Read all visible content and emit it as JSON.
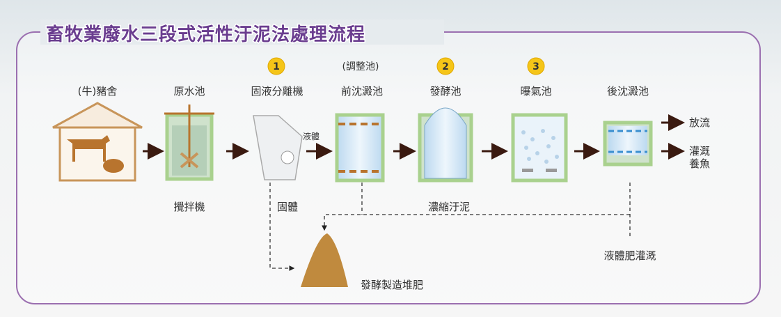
{
  "title": "畜牧業廢水三段式活性汙泥法處理流程",
  "stages": {
    "barn": "(牛)豬舍",
    "raw_tank": "原水池",
    "separator": "固液分離機",
    "pre_settling": "前沈澱池",
    "pre_settling_note": "(調整池)",
    "fermentation": "發酵池",
    "aeration": "曝氣池",
    "post_settling": "後沈澱池"
  },
  "step_numbers": [
    "1",
    "2",
    "3"
  ],
  "outputs": {
    "discharge": "放流",
    "irrigation_line1": "灌溉",
    "irrigation_line2": "養魚"
  },
  "annotations": {
    "mixer": "攪拌機",
    "liquid": "液體",
    "solid": "固體",
    "sludge": "濃縮汙泥",
    "liquid_fertilizer": "液體肥灌溉",
    "compost": "發酵製造堆肥"
  },
  "colors": {
    "title": "#6a3d8f",
    "border": "#9b6fb0",
    "tank_frame": "#a9d18e",
    "barn": "#c8955a",
    "badge": "#f5c518"
  }
}
